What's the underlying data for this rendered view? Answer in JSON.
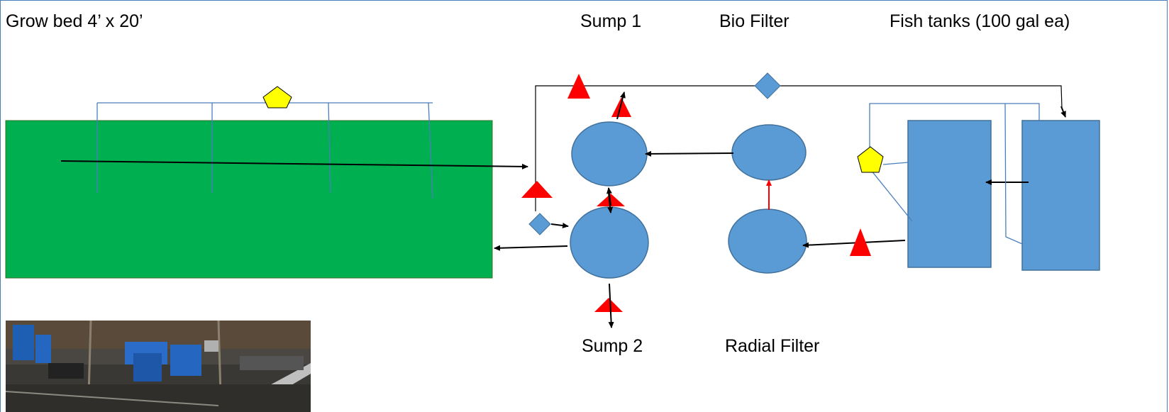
{
  "labels": {
    "grow_bed": "Grow bed 4’ x 20’",
    "sump1": "Sump 1",
    "bio_filter": "Bio Filter",
    "fish_tanks": "Fish tanks (100 gal ea)",
    "sump2": "Sump 2",
    "radial_filter": "Radial Filter"
  },
  "colors": {
    "grow_bed": "#00b050",
    "component_fill": "#5b9bd5",
    "component_stroke": "#41719c",
    "pipe": "#4a7ebb",
    "arrow": "#000000",
    "flow_red": "#ff0000",
    "marker_yellow": "#ffff00"
  },
  "icons": {
    "red_triangle": "red-triangle-marker-icon",
    "yellow_pentagon": "yellow-pentagon-marker-icon",
    "blue_diamond": "blue-diamond-valve-icon"
  },
  "photo": {
    "description_visible": false
  }
}
